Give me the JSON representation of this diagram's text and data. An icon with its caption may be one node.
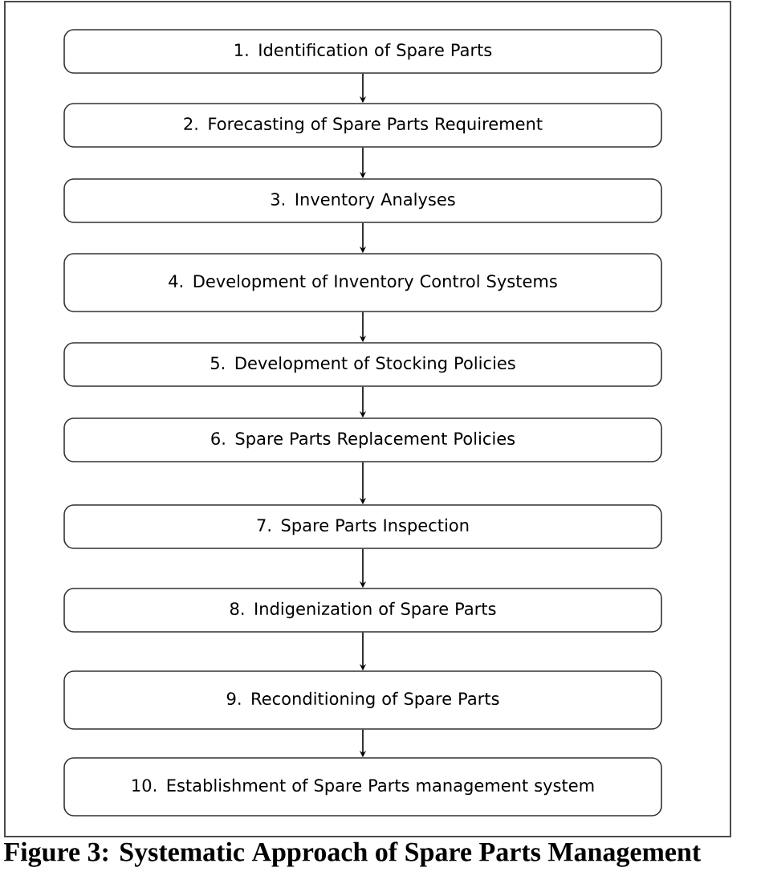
{
  "diagram": {
    "caption": "Figure 3: Systematic Approach of Spare Parts Management",
    "nodes": [
      {
        "text": [
          "1. Identification of Spare Parts"
        ]
      },
      {
        "text": [
          "2. Forecasting of Spare Parts Requirement"
        ]
      },
      {
        "text": [
          "3. Inventory Analyses"
        ]
      },
      {
        "text": [
          "4. Development of Inventory Control Systems"
        ]
      },
      {
        "text": [
          "5. Development of Stocking Policies"
        ]
      },
      {
        "text": [
          "6. Spare Parts Replacement Policies"
        ]
      },
      {
        "text": [
          "7. Spare Parts Inspection"
        ]
      },
      {
        "text": [
          "8. Indigenization of Spare Parts"
        ]
      },
      {
        "text": [
          "9. Reconditioning of Spare Parts"
        ]
      },
      {
        "text": [
          "10. Establishment of Spare Parts management system"
        ]
      }
    ],
    "edges": [
      {
        "from": 0,
        "to": 1,
        "arrow": "to"
      },
      {
        "from": 1,
        "to": 2,
        "arrow": "to"
      },
      {
        "from": 2,
        "to": 3,
        "arrow": "to"
      },
      {
        "from": 3,
        "to": 4,
        "arrow": "to"
      },
      {
        "from": 4,
        "to": 5,
        "arrow": "to"
      },
      {
        "from": 5,
        "to": 6,
        "arrow": "to"
      },
      {
        "from": 6,
        "to": 7,
        "arrow": "to"
      },
      {
        "from": 7,
        "to": 8,
        "arrow": "to"
      },
      {
        "from": 8,
        "to": 9,
        "arrow": "to"
      }
    ]
  }
}
